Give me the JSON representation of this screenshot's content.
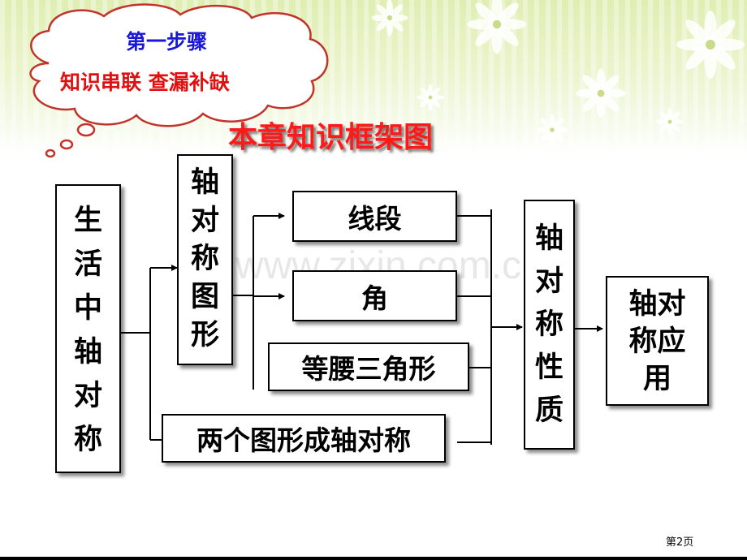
{
  "bubble": {
    "line1": "第一步骤",
    "line2": "知识串联  查漏补缺"
  },
  "title": "本章知识框架图",
  "nodes": {
    "life": [
      "生",
      "活",
      "中",
      "轴",
      "对",
      "称"
    ],
    "figure": [
      "轴",
      "对",
      "称",
      "图",
      "形"
    ],
    "segment": "线段",
    "angle": "角",
    "isosceles": "等腰三角形",
    "two_figures": "两个图形成轴对称",
    "property": [
      "轴",
      "对",
      "称",
      "性",
      "质"
    ],
    "application": [
      "轴对",
      "称应",
      "用"
    ]
  },
  "watermark": "www.zixin.com.cn",
  "page_number": "第2页"
}
